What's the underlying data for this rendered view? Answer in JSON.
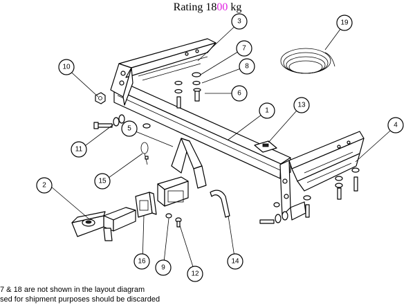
{
  "title": {
    "prefix": "Rating 18",
    "highlight": "00",
    "suffix": " kg"
  },
  "colors": {
    "highlight": "#e020e0",
    "line": "#000000"
  },
  "notes": [
    "7 & 18 are not shown in the layout diagram",
    "sed for shipment purposes should be discarded"
  ],
  "callouts": [
    {
      "id": "callout-1",
      "label": "1"
    },
    {
      "id": "callout-2",
      "label": "2"
    },
    {
      "id": "callout-3",
      "label": "3"
    },
    {
      "id": "callout-4",
      "label": "4"
    },
    {
      "id": "callout-5",
      "label": "5"
    },
    {
      "id": "callout-6",
      "label": "6"
    },
    {
      "id": "callout-7",
      "label": "7"
    },
    {
      "id": "callout-8",
      "label": "8"
    },
    {
      "id": "callout-9",
      "label": "9"
    },
    {
      "id": "callout-10",
      "label": "10"
    },
    {
      "id": "callout-11",
      "label": "11"
    },
    {
      "id": "callout-12",
      "label": "12"
    },
    {
      "id": "callout-13",
      "label": "13"
    },
    {
      "id": "callout-14",
      "label": "14"
    },
    {
      "id": "callout-15",
      "label": "15"
    },
    {
      "id": "callout-16",
      "label": "16"
    },
    {
      "id": "callout-19",
      "label": "19"
    }
  ]
}
